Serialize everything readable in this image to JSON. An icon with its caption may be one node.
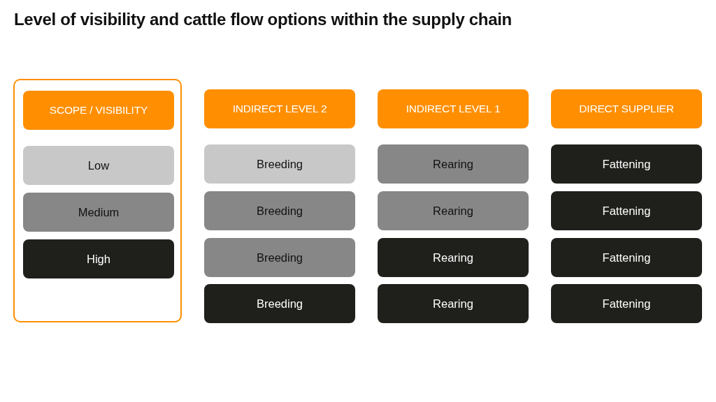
{
  "diagram": {
    "title": "Level of visibility and cattle flow options within the supply chain",
    "nodes": [
      {
        "text": [],
        "shape": "box"
      },
      {
        "text": [
          "SCOPE / VISIBILITY"
        ],
        "in": 0
      },
      {
        "text": [
          "Low"
        ],
        "in": 0
      },
      {
        "text": [
          "Medium"
        ],
        "in": 0
      },
      {
        "text": [
          "High"
        ],
        "in": 0
      },
      {
        "text": [
          "INDIRECT LEVEL 2"
        ]
      },
      {
        "text": [
          "Breeding"
        ]
      },
      {
        "text": [
          "Breeding"
        ]
      },
      {
        "text": [
          "Breeding"
        ]
      },
      {
        "text": [
          "Breeding"
        ]
      },
      {
        "text": [
          "INDIRECT LEVEL 1"
        ]
      },
      {
        "text": [
          "Rearing"
        ]
      },
      {
        "text": [
          "Rearing"
        ]
      },
      {
        "text": [
          "Rearing"
        ]
      },
      {
        "text": [
          "Rearing"
        ]
      },
      {
        "text": [
          "DIRECT SUPPLIER"
        ]
      },
      {
        "text": [
          "Fattening"
        ]
      },
      {
        "text": [
          "Fattening"
        ]
      },
      {
        "text": [
          "Fattening"
        ]
      },
      {
        "text": [
          "Fattening"
        ]
      }
    ],
    "edges": []
  }
}
